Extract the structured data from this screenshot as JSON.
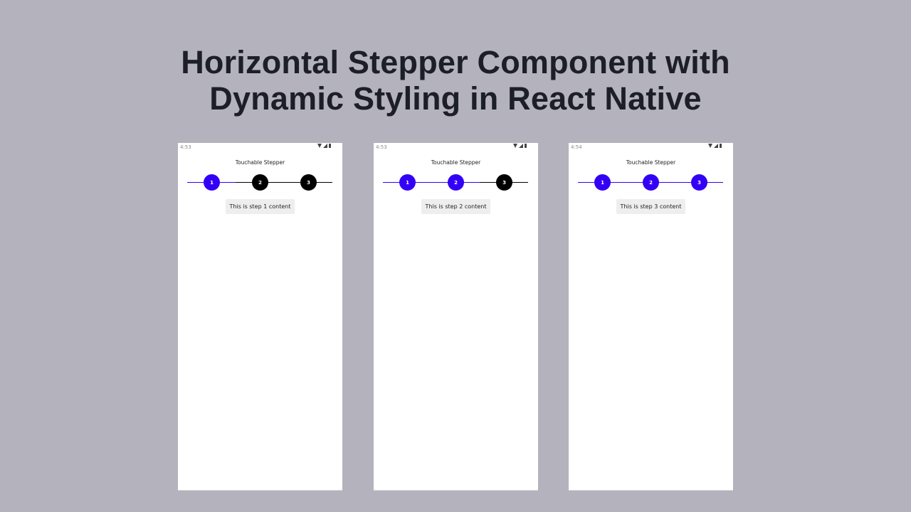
{
  "page": {
    "title_line1": "Horizontal Stepper Component with",
    "title_line2": "Dynamic Styling in React Native"
  },
  "colors": {
    "background": "#b3b2bd",
    "active": "#3300f5",
    "inactive": "#000000",
    "content_bg": "#eeeeee"
  },
  "phones": [
    {
      "time": "4:53",
      "app_title": "Touchable Stepper",
      "active_step": 1,
      "steps": [
        {
          "label": "1",
          "state": "active"
        },
        {
          "label": "2",
          "state": "inactive"
        },
        {
          "label": "3",
          "state": "inactive"
        }
      ],
      "content": "This is step 1 content"
    },
    {
      "time": "4:53",
      "app_title": "Touchable Stepper",
      "active_step": 2,
      "steps": [
        {
          "label": "1",
          "state": "active"
        },
        {
          "label": "2",
          "state": "active"
        },
        {
          "label": "3",
          "state": "inactive"
        }
      ],
      "content": "This is step 2 content"
    },
    {
      "time": "4:54",
      "app_title": "Touchable Stepper",
      "active_step": 3,
      "steps": [
        {
          "label": "1",
          "state": "active"
        },
        {
          "label": "2",
          "state": "active"
        },
        {
          "label": "3",
          "state": "active"
        }
      ],
      "content": "This is step 3 content"
    }
  ]
}
